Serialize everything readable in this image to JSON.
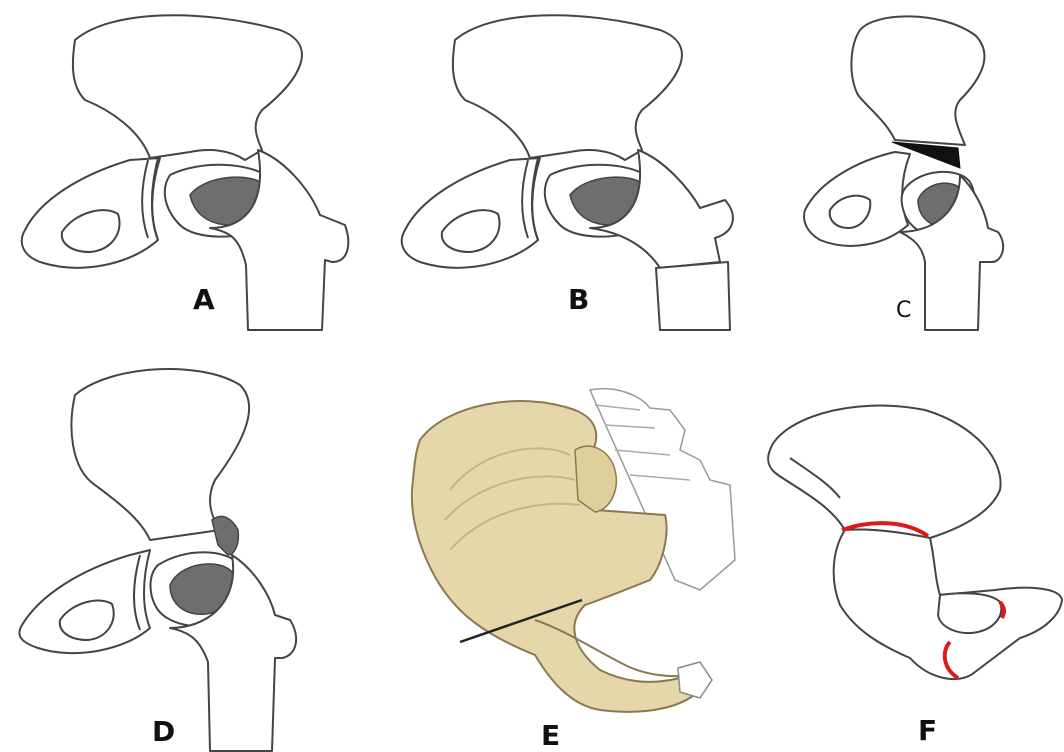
{
  "panels": {
    "a": {
      "label": "A"
    },
    "b": {
      "label": "B"
    },
    "c": {
      "label": "C"
    },
    "d": {
      "label": "D"
    },
    "e": {
      "label": "E"
    },
    "f": {
      "label": "F"
    }
  },
  "colors": {
    "outline": "#444444",
    "femoral_head": "#6e6e6e",
    "wedge": "#111111",
    "bone_tan": "#e6d7aa",
    "fracture_red": "#e01818"
  }
}
